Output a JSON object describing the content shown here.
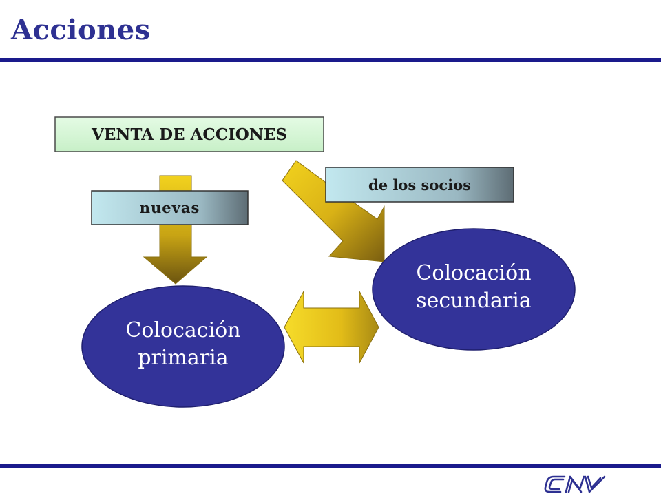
{
  "slide": {
    "title": "Acciones"
  },
  "diagram": {
    "top_box": "VENTA DE ACCIONES",
    "left_label": "nuevas",
    "right_label": "de los socios",
    "primary_line1": "Colocación",
    "primary_line2": "primaria",
    "secondary_line1": "Colocación",
    "secondary_line2": "secundaria"
  },
  "colors": {
    "title": "#2e3192",
    "rule": "#1a1a8c",
    "ellipse": "#333399",
    "arrow_gold": "#e8c21a",
    "box_green": "#d8f8d8",
    "label_blue": "#b6dde6"
  },
  "logo": {
    "text": "CNV"
  }
}
